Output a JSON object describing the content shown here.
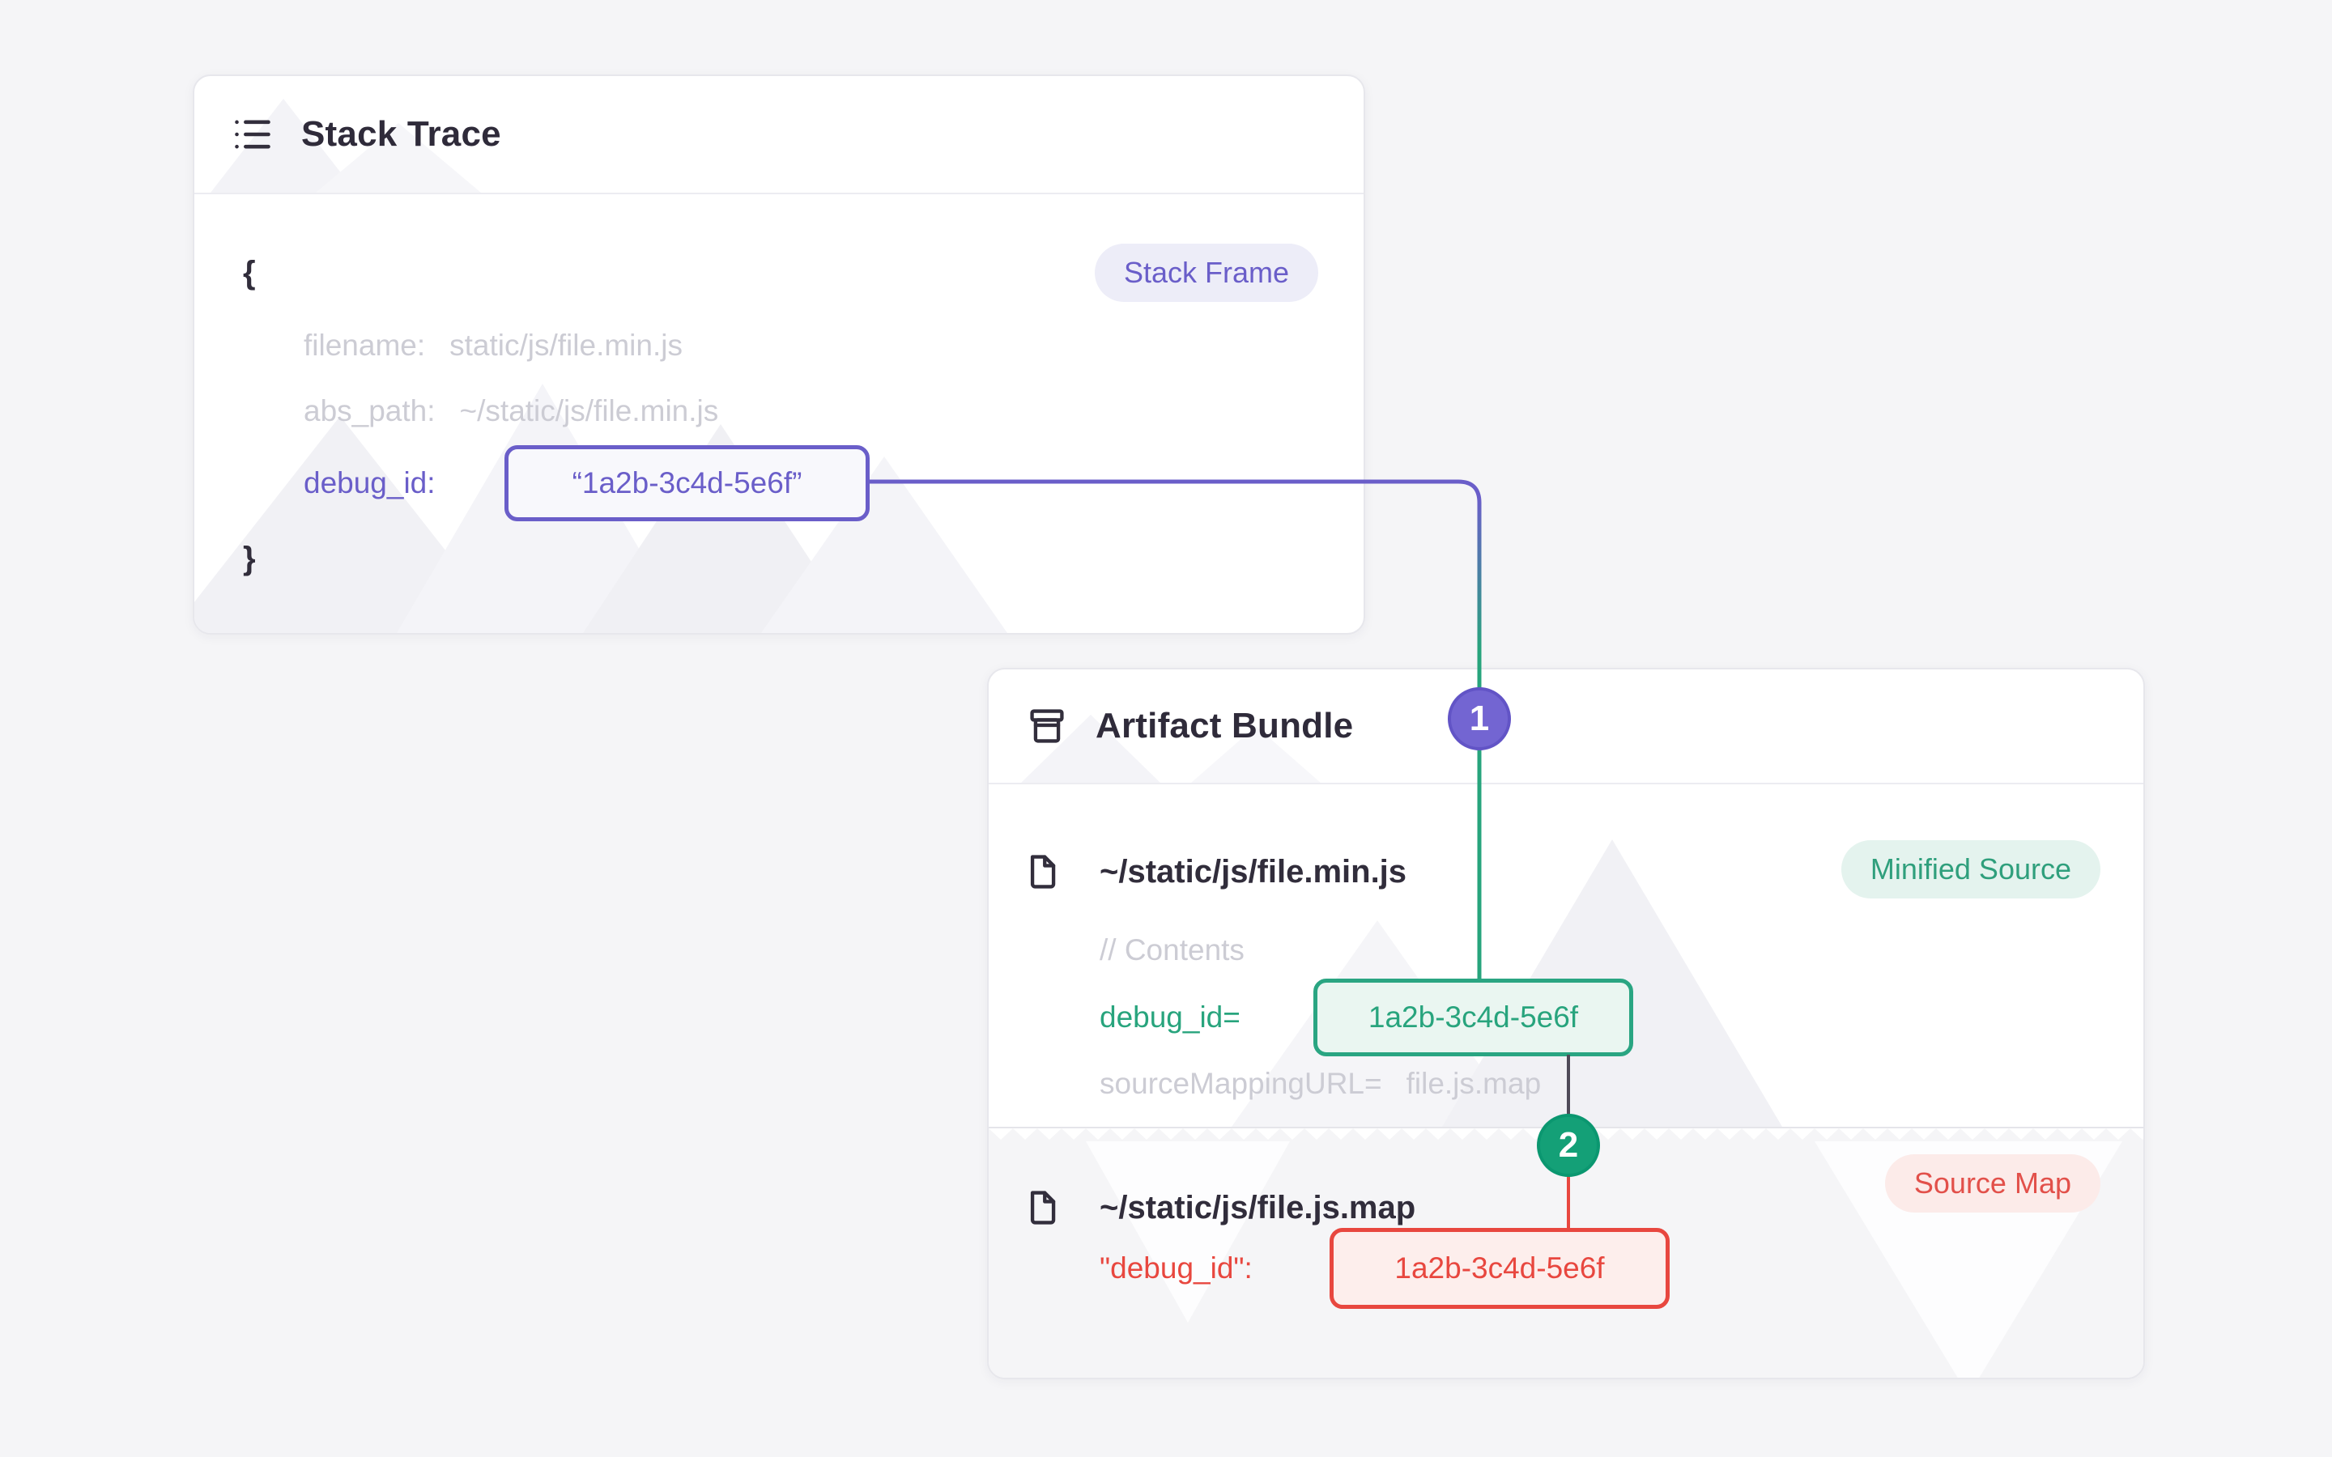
{
  "palette": {
    "page_bg": "#f5f5f7",
    "purple": "#6a5ec9",
    "green": "#28a47d",
    "red": "#e8473f",
    "slate": "#312d3b",
    "muted_code": "#ccccd4",
    "connector_gray": "#4f4a58"
  },
  "stack_card": {
    "title": "Stack Trace",
    "frame_badge": "Stack Frame",
    "brace_open": "{",
    "brace_close": "}",
    "filename_key": "filename:",
    "filename_value": "static/js/file.min.js",
    "abs_path_key": "abs_path:",
    "abs_path_value": "~/static/js/file.min.js",
    "debug_id_key": "debug_id:",
    "debug_id_value": "“1a2b-3c4d-5e6f”"
  },
  "artifact_card": {
    "title": "Artifact Bundle",
    "minified": {
      "path": "~/static/js/file.min.js",
      "tag": "Minified Source",
      "comment": "// Contents",
      "debug_key": "debug_id=",
      "debug_value": "1a2b-3c4d-5e6f",
      "sourcemap_key": "sourceMappingURL=",
      "sourcemap_value": "file.js.map"
    },
    "sourcemap": {
      "path": "~/static/js/file.js.map",
      "tag": "Source Map",
      "debug_key": "\"debug_id\":",
      "debug_value": "1a2b-3c4d-5e6f"
    }
  },
  "connectors": {
    "step1": "1",
    "step2": "2"
  }
}
